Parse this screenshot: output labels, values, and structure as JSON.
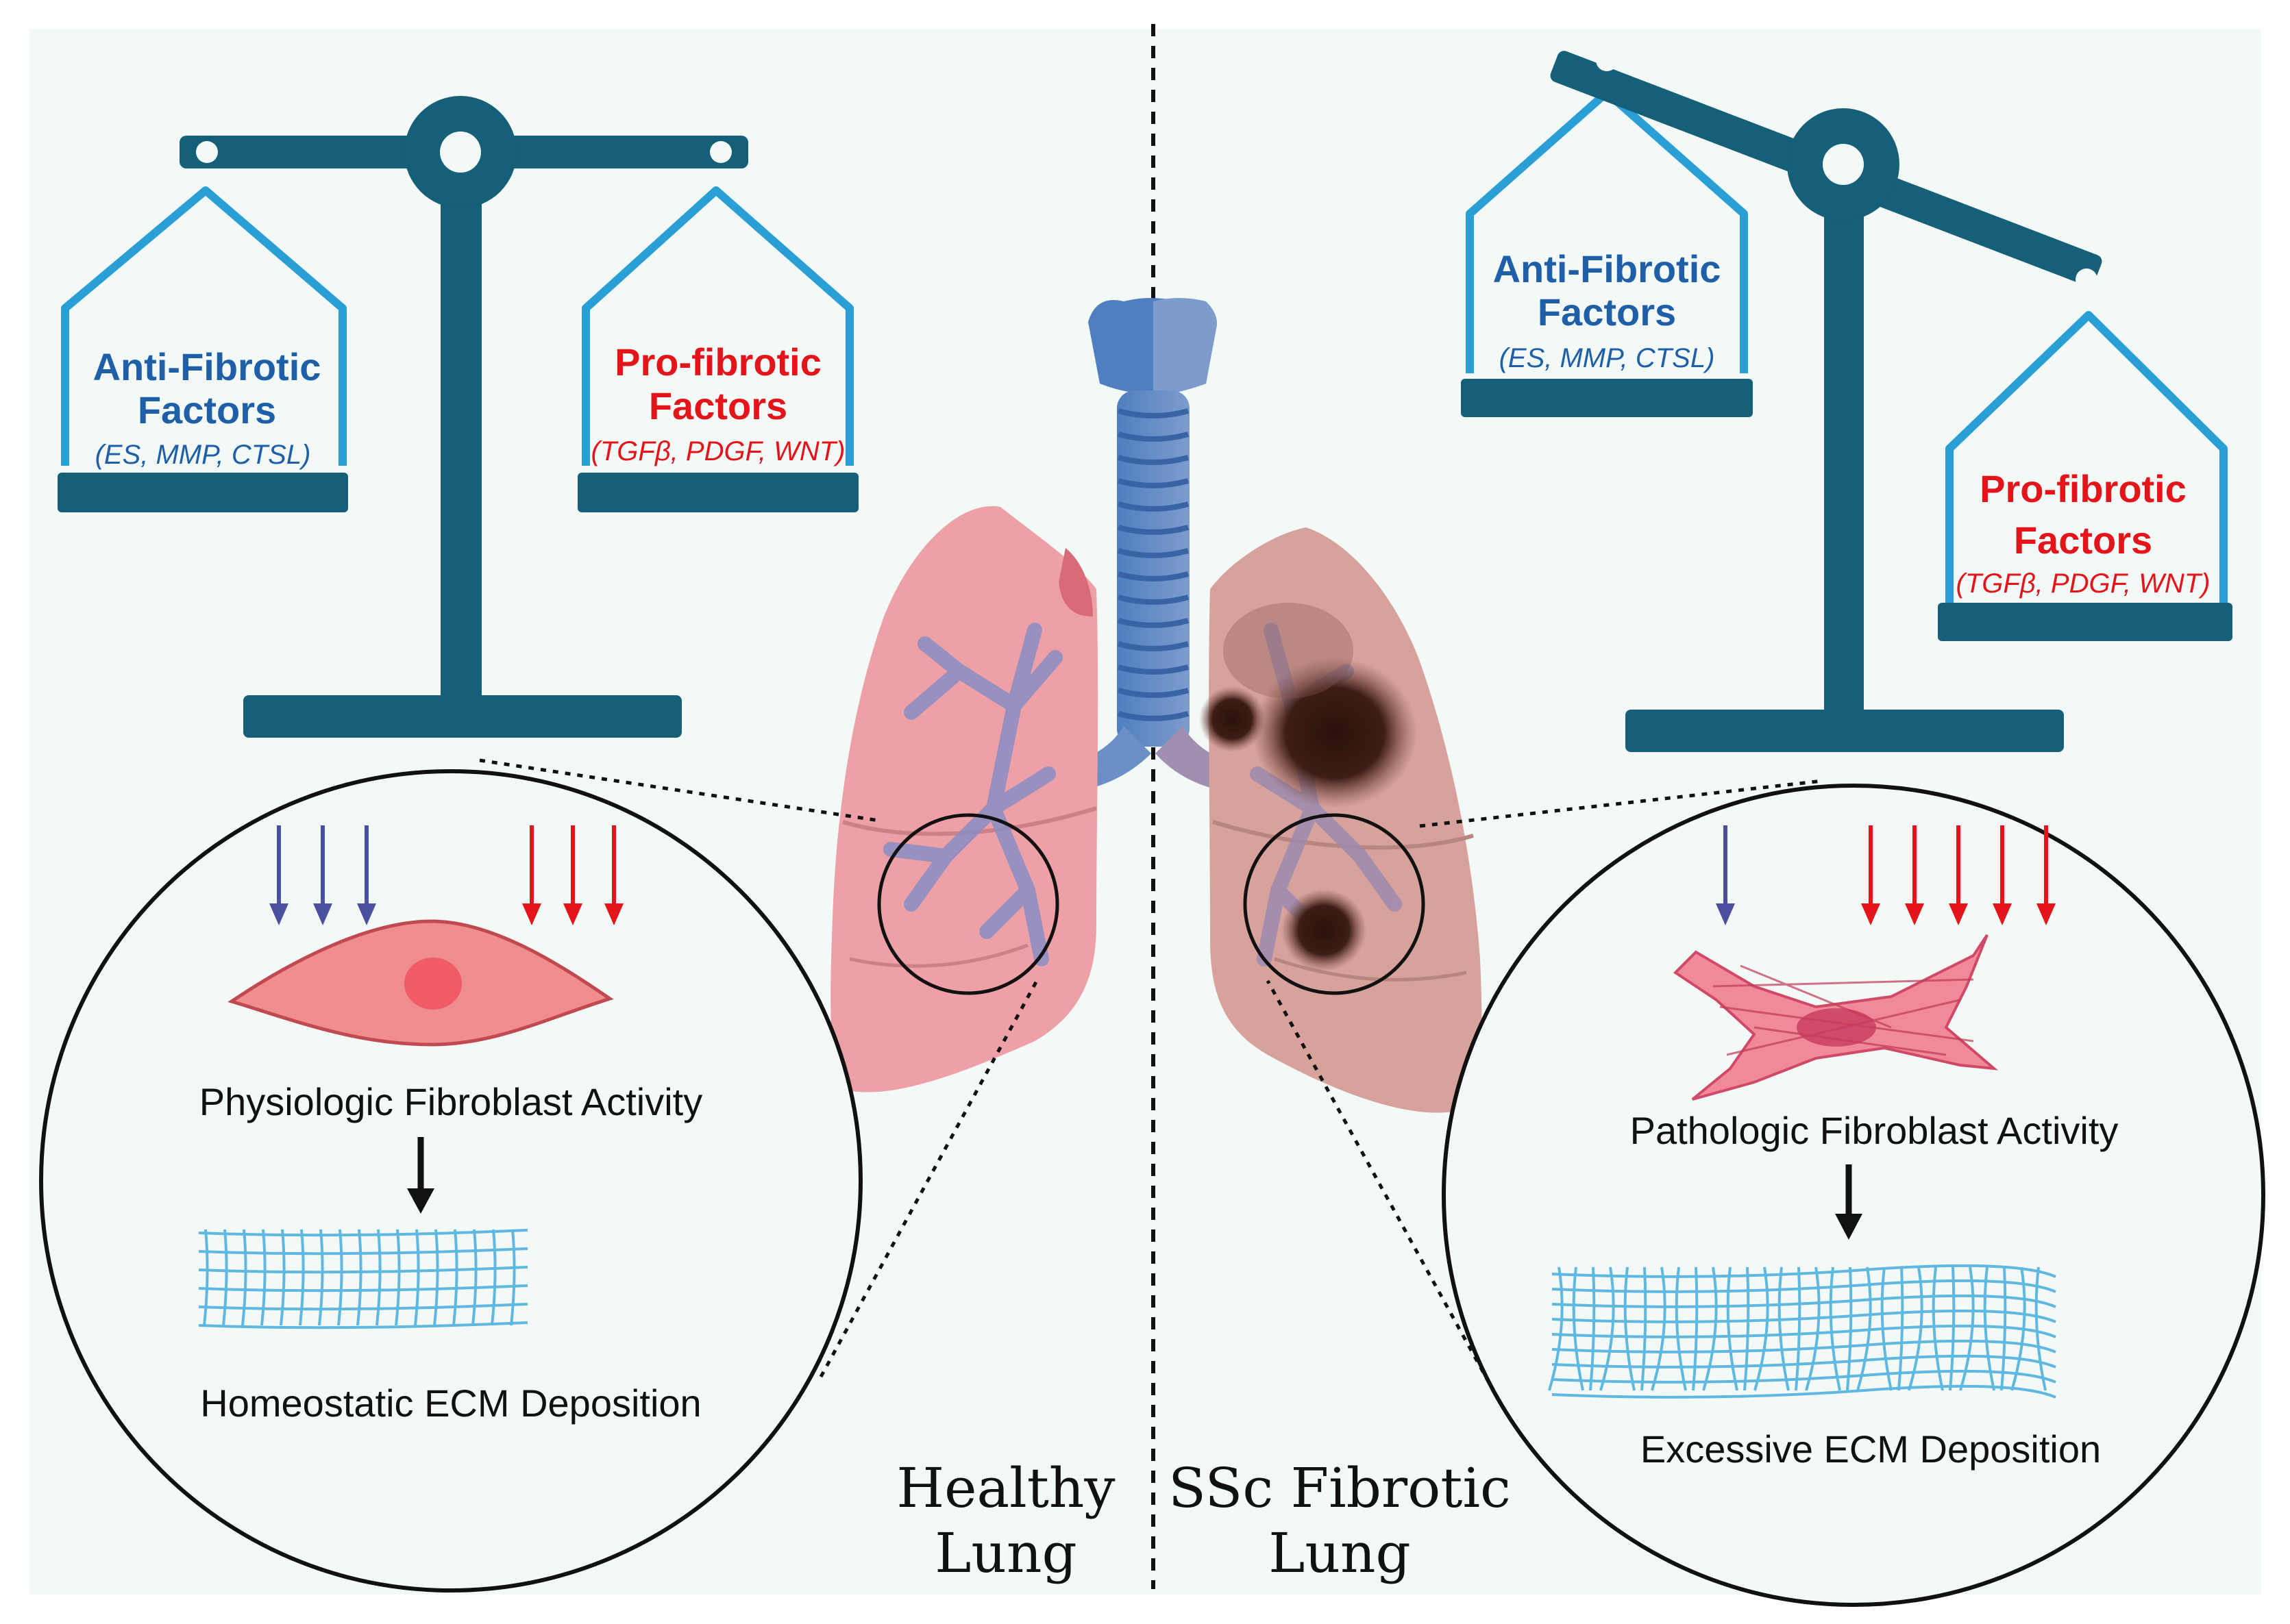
{
  "colors": {
    "background": "#f3f9f6",
    "scale": "#155f78",
    "pan_outline": "#2a9fd6",
    "anti_text": "#1f5fa8",
    "pro_text": "#e3151a",
    "blue_arrow": "#4a4f9e",
    "red_arrow": "#e3151a",
    "ecm_mesh": "#5fb8e0",
    "lung_healthy": "#eea0a7",
    "lung_fibrotic": "#d6a29b",
    "fibrosis_spot": "#3d1d15"
  },
  "left": {
    "anti_title_1": "Anti-Fibrotic",
    "anti_title_2": "Factors",
    "anti_sub": "(ES, MMP, CTSL)",
    "pro_title_1": "Pro-fibrotic",
    "pro_title_2": "Factors",
    "pro_sub": "(TGFβ, PDGF, WNT)",
    "activity": "Physiologic Fibroblast Activity",
    "deposition": "Homeostatic ECM Deposition",
    "anti_arrow_count": 3,
    "pro_arrow_count": 3
  },
  "right": {
    "anti_title_1": "Anti-Fibrotic",
    "anti_title_2": "Factors",
    "anti_sub": "(ES, MMP, CTSL)",
    "pro_title_1": "Pro-fibrotic",
    "pro_title_2": "Factors",
    "pro_sub": "(TGFβ, PDGF, WNT)",
    "activity": "Pathologic Fibroblast Activity",
    "deposition": "Excessive ECM Deposition",
    "anti_arrow_count": 1,
    "pro_arrow_count": 5
  },
  "center": {
    "healthy_1": "Healthy",
    "healthy_2": "Lung",
    "fibrotic_1": "SSc Fibrotic",
    "fibrotic_2": "Lung"
  },
  "icons": {
    "balance": "balance-scale-icon",
    "fibroblast": "fibroblast-cell-icon",
    "lungs": "lungs-icon",
    "mesh": "ecm-mesh-icon"
  }
}
